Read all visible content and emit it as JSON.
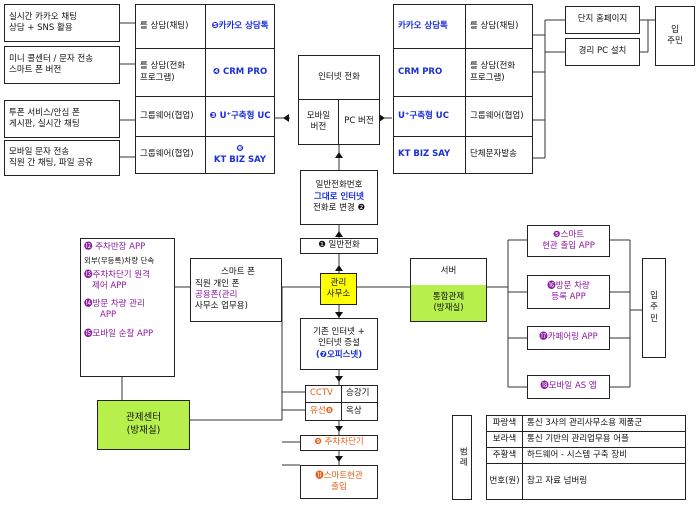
{
  "left_top": {
    "row1": {
      "desc": [
        "실시간 카카오 채팅",
        "상담 + SNS 활용"
      ],
      "func": [
        "를 상담(채팅)"
      ],
      "app": "❺카카오 상담톡"
    },
    "row2": {
      "desc": [
        "미니 콜센터 / 문자 전송",
        "스마트 폰 버전"
      ],
      "func": [
        "를 상담(전화",
        "프로그램)"
      ],
      "app": "❹ CRM PRO"
    },
    "row3": {
      "desc": [
        "투폰 서비스/안심 폰",
        "게시판, 실시간 채팅"
      ],
      "func": [
        "그룹웨어(협업)"
      ],
      "app": "❸ U⁺구축형 UC"
    },
    "row4": {
      "desc": [
        "모바일 문자 전송",
        "직원 간 채팅, 파일 공유"
      ],
      "func": [
        "그룹웨어(협업)"
      ],
      "app_num": "❻",
      "app": "KT BIZ SAY"
    }
  },
  "center_top": {
    "internet_phone": "인터넷 전화",
    "mobile_version": "모바일 버전",
    "pc_version": "PC 버전",
    "change_note": [
      "일반전화번호",
      "그대로 인터넷",
      "전화로 변경 ❷"
    ],
    "general_phone": "❶ 일반전화"
  },
  "right_top": {
    "row1": {
      "app": "카카오 상담톡",
      "func": "를 상담(채팅)"
    },
    "row2": {
      "app": "CRM PRO",
      "func": [
        "를 상담(전화",
        "프로그램)"
      ]
    },
    "row3": {
      "app": "U⁺구축형 UC",
      "func": "그룹웨어(협업)"
    },
    "row4": {
      "app": "KT BIZ SAY",
      "func": "단체문자발송"
    },
    "complex_homepage": "단지 홈페이지",
    "office_pc": "경리 PC 설치",
    "resident": [
      "입",
      "주민"
    ]
  },
  "left_mid": {
    "items": [
      "⓬ 주차반장 APP",
      "외부(무등록)차량 단속",
      "⓭주차차단기 원격",
      "제어 APP",
      "⓮방문 차량 관리",
      "APP",
      "⓯모바일 순찰 APP"
    ],
    "smartphone": [
      "스마트 폰",
      "직원 개인 폰",
      "공용폰(관리",
      "사무소 업무용)"
    ]
  },
  "center_mid": {
    "office": [
      "관리",
      "사무소"
    ],
    "server": "서버",
    "control": [
      "통합관제",
      "(방재실)"
    ],
    "existing": [
      "기존 인터넷 +",
      "인터넷 증설",
      "(❼오피스넷)"
    ],
    "cctv": "CCTV",
    "elevator": "승강기",
    "wired": "유선❽",
    "roof": "옥상",
    "gate": "❾ 주차차단기",
    "smart_door": [
      "⓫스마트현관",
      "출입"
    ]
  },
  "right_mid": {
    "items": [
      "❺스마트 현관 출입 APP",
      "⓰방문 차량 등록 APP",
      "⓱카페어링 APP",
      "⓲모바일 AS 앱"
    ],
    "items_lines": [
      [
        "❺스마트",
        "현관 출입 APP"
      ],
      [
        "⓰방문 차량",
        "등록 APP"
      ],
      [
        "⓱카페어링 APP"
      ],
      [
        "⓲모바일 AS 앱"
      ]
    ],
    "resident": [
      "입",
      "주",
      "민"
    ]
  },
  "control_center": [
    "관제센터",
    "(방재실)"
  ],
  "legend": {
    "title": "범례",
    "rows": [
      {
        "key": "파랑색",
        "text": "통신 3사의 관리사무소용 제품군"
      },
      {
        "key": "보라색",
        "text": "통신 기반의 관리업무용 어플"
      },
      {
        "key": "주황색",
        "text": "하드웨어 - 시스템 구축 장비"
      },
      {
        "key": "번호(원)",
        "text": "참고 자료 넘버링"
      }
    ]
  },
  "colors": {
    "blue": "#1b2fd6",
    "purple": "#8a1b9c",
    "orange": "#e8601c",
    "yellow": "#ffff00",
    "green": "#b7f04c"
  }
}
